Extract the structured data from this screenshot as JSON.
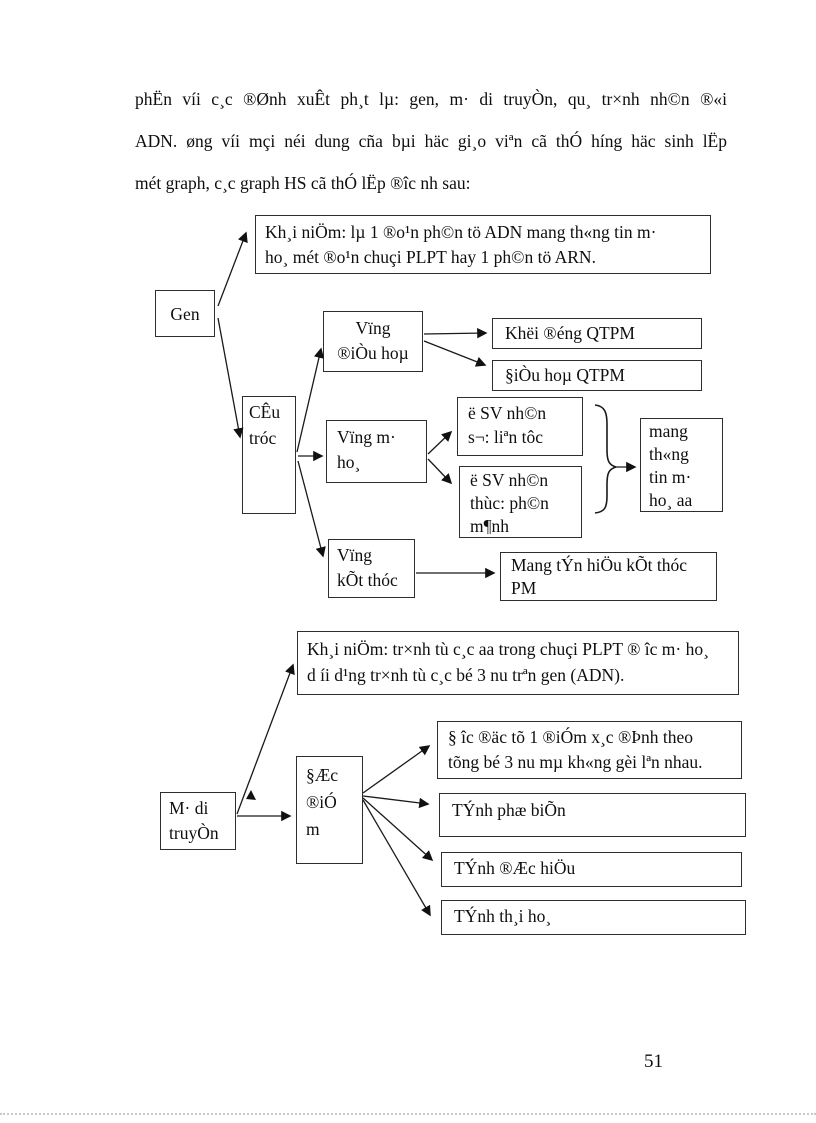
{
  "paragraph": {
    "line1": "phËn víi c¸c ®Ønh xuÊt ph¸t lµ: gen, m· di truyÒn, qu¸ tr×nh nh©n ®«i",
    "line2": "ADN. øng víi mçi néi dung cña bµi häc gi¸o viªn cã thÓ híng häc sinh lËp",
    "line3": "mét graph, c¸c graph HS cã thÓ lËp ®îc nh sau:"
  },
  "gen_graph": {
    "root_label": "Gen",
    "concept": "Kh¸i niÖm: lµ 1 ®o¹n ph©n tö ADN mang th«ng tin m·\nho¸ mét ®o¹n chuçi PLPT hay 1 ph©n tö ARN.",
    "structure_label": "CÊu\ntróc",
    "regulatory_region": "Vïng\n®iÒu hoµ",
    "start_transcription": "Khëi ®éng QTPM",
    "regulate_transcription": "§iÒu hoµ QTPM",
    "coding_region": "Vïng m·\nho¸",
    "prokaryote": "ë SV nh©n\ns¬: liªn tôc",
    "eukaryote": "ë SV nh©n\nthùc: ph©n\nm¶nh",
    "carries_info": "mang\nth«ng\ntin m·\nho¸ aa",
    "terminator_region": "Vïng\nkÕt thóc",
    "end_signal": "Mang tÝn hiÖu kÕt thóc\nPM"
  },
  "ma_graph": {
    "root_label": "M· di\ntruyÒn",
    "concept": "Kh¸i niÖm: tr×nh tù c¸c aa trong chuçi PLPT ® îc m· ho¸\nd íi d¹ng tr×nh tù c¸c bé 3 nu trªn gen (ADN).",
    "features_label": "§Æc\n®iÓ\nm",
    "reading_rule": "§ îc ®äc tõ 1 ®iÓm x¸c ®Þnh theo\ntõng bé 3 nu mµ kh«ng gèi lªn nhau.",
    "universality": "TÝnh phæ biÕn",
    "specificity": "TÝnh ®Æc hiÖu",
    "degeneracy": "TÝnh th¸i ho¸"
  },
  "footer": {
    "page_number": "51"
  }
}
